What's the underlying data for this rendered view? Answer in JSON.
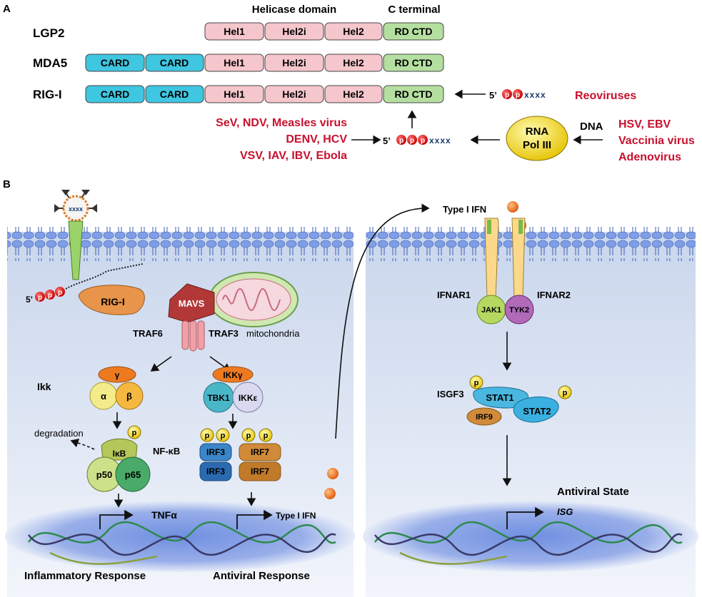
{
  "panel_a": {
    "label": "A",
    "headers": {
      "helicase": "Helicase domain",
      "cterm": "C terminal"
    },
    "proteins": [
      {
        "name": "LGP2",
        "domains": [
          "Hel1",
          "Hel2i",
          "Hel2",
          "RD CTD"
        ]
      },
      {
        "name": "MDA5",
        "domains": [
          "CARD",
          "CARD",
          "Hel1",
          "Hel2i",
          "Hel2",
          "RD CTD"
        ]
      },
      {
        "name": "RIG-I",
        "domains": [
          "CARD",
          "CARD",
          "Hel1",
          "Hel2i",
          "Hel2",
          "RD CTD"
        ]
      }
    ],
    "rna": {
      "prime": "5’",
      "p": "p",
      "tail": "xxxx"
    },
    "reoviruses": "Reoviruses",
    "left_viruses": [
      "SeV, NDV, Measles virus",
      "DENV, HCV",
      "VSV, IAV, IBV, Ebola"
    ],
    "pol3": [
      "RNA",
      "Pol III"
    ],
    "dna": "DNA",
    "right_viruses": [
      "HSV, EBV",
      "Vaccinia virus",
      "Adenovirus"
    ]
  },
  "panel_b": {
    "label": "B",
    "virus_text": "xxxx",
    "rig_i": "RIG-I",
    "mavs": "MAVS",
    "mito": "mitochondria",
    "traf6": "TRAF6",
    "traf3": "TRAF3",
    "ikk": "Ikk",
    "gamma": "γ",
    "alpha": "α",
    "beta": "β",
    "ikkg": "IKKγ",
    "tbk1": "TBK1",
    "ikke": "IKKε",
    "degradation": "degradation",
    "ikb": "IκB",
    "nfkb": "NF-κB",
    "p50": "p50",
    "p65": "p65",
    "irf3": "IRF3",
    "irf7": "IRF7",
    "tnfa": "TNFα",
    "type1_ifn_gene": "Type I IFN",
    "inflammatory": "Inflammatory Response",
    "antiviral": "Antiviral Response",
    "type1_ifn": "Type I IFN",
    "ifnar1": "IFNAR1",
    "ifnar2": "IFNAR2",
    "jak1": "JAK1",
    "tyk2": "TYK2",
    "isgf3": "ISGF3",
    "stat1": "STAT1",
    "stat2": "STAT2",
    "irf9": "IRF9",
    "antiviral_state": "Antiviral State",
    "isg": "ISG"
  },
  "colors": {
    "card": "#3fc6e0",
    "helicase": "#f5c6cc",
    "rdctd": "#b5dfa0",
    "virus_red": "#c8102e",
    "membrane": "#5a7bd6",
    "nucleus": "#6f8fe0"
  }
}
